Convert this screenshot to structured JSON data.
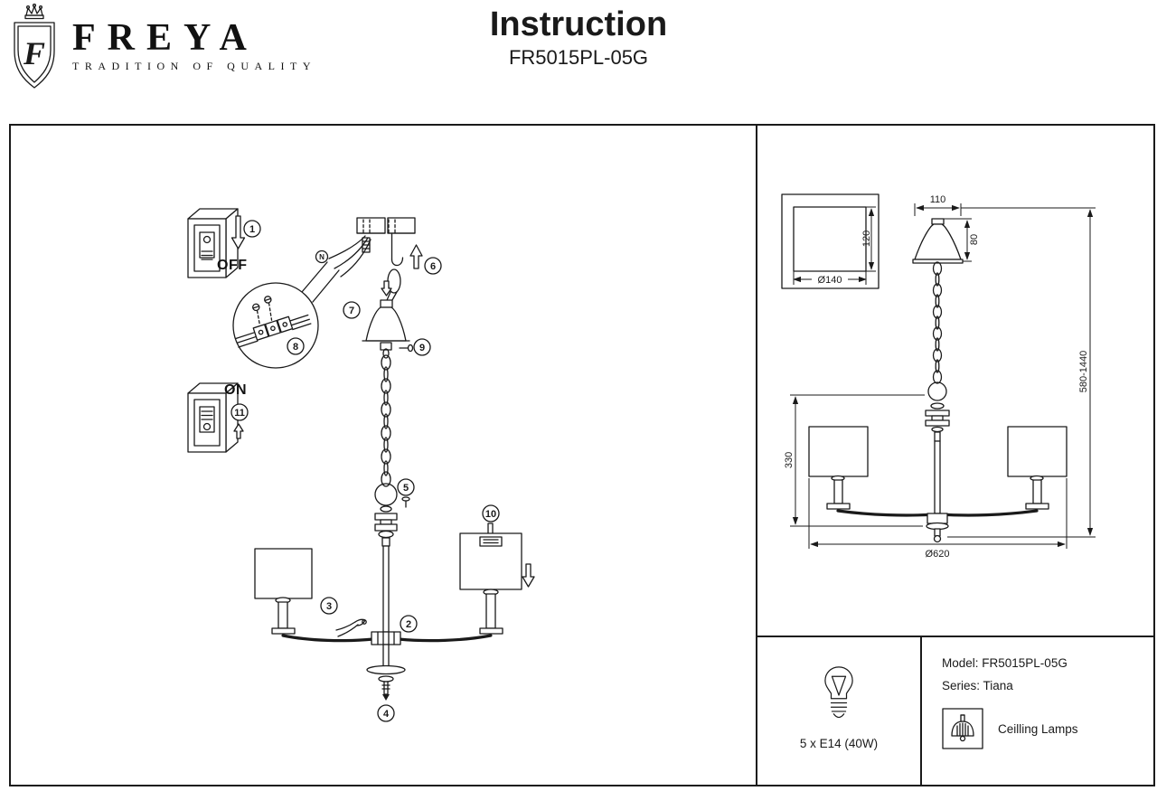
{
  "header": {
    "brand": "FREYA",
    "tagline": "TRADITION OF QUALITY",
    "title": "Instruction",
    "model": "FR5015PL-05G"
  },
  "assembly": {
    "off_label": "OFF",
    "on_label": "ON",
    "neutral_label": "N",
    "steps": [
      "1",
      "2",
      "3",
      "4",
      "5",
      "6",
      "7",
      "8",
      "9",
      "10",
      "11"
    ]
  },
  "dimensions": {
    "canopy_width": "110",
    "canopy_height": "80",
    "mount_box_height": "120",
    "mount_diameter": "Ø140",
    "hang_height": "580-1440",
    "body_height": "330",
    "body_diameter": "Ø620"
  },
  "specs": {
    "bulbs": "5 x E14 (40W)",
    "model_line": "Model: FR5015PL-05G",
    "series_line": "Series: Tiana",
    "category": "Ceilling Lamps"
  },
  "colors": {
    "ink": "#1a1a1a"
  }
}
